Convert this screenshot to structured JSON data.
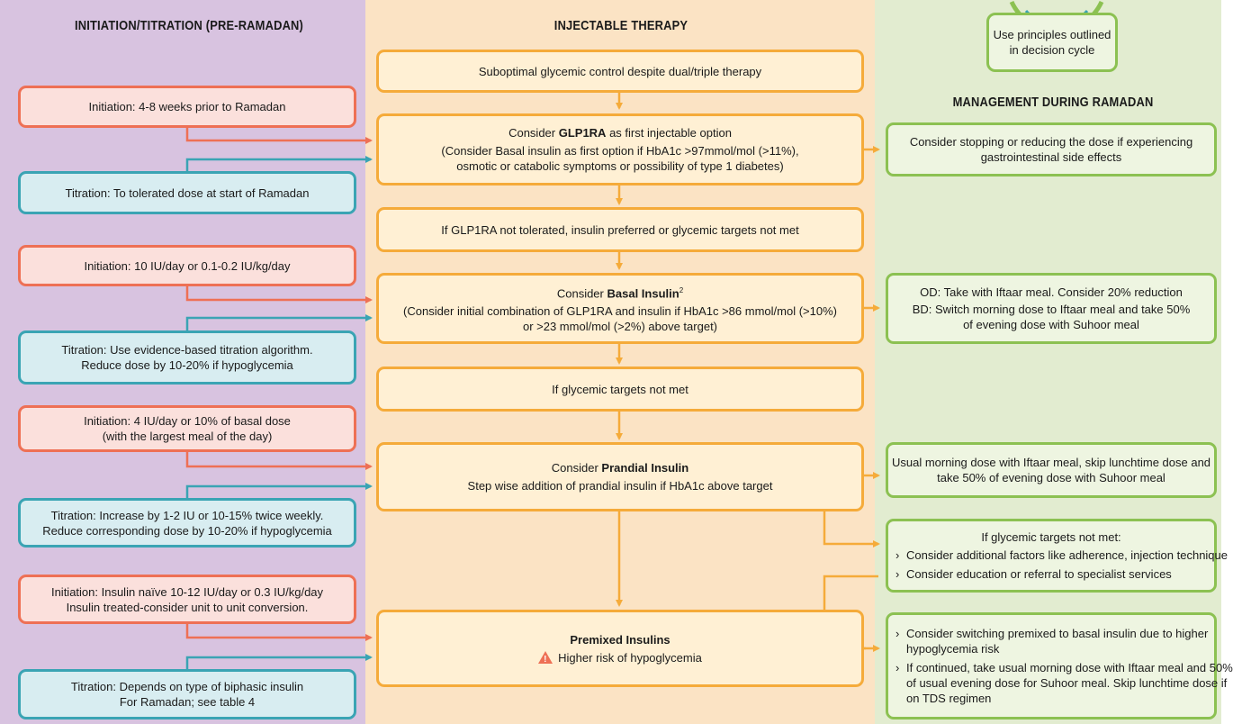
{
  "headers": {
    "left": "INITIATION/TITRATION (PRE-RAMADAN)",
    "middle": "INJECTABLE THERAPY",
    "right": "MANAGEMENT DURING RAMADAN"
  },
  "decision_cycle": {
    "line1": "Use principles outlined",
    "line2": "in decision cycle"
  },
  "left": {
    "glp_init": "Initiation: 4-8 weeks prior to Ramadan",
    "glp_titr": "Titration: To tolerated dose at start of Ramadan",
    "basal_init": "Initiation: 10 IU/day or 0.1-0.2 IU/kg/day",
    "basal_titr_1": "Titration: Use evidence-based titration algorithm.",
    "basal_titr_2": "Reduce dose by 10-20% if hypoglycemia",
    "prandial_init_1": "Initiation: 4 IU/day or 10% of basal dose",
    "prandial_init_2": "(with the largest meal of the day)",
    "prandial_titr_1": "Titration: Increase by 1-2 IU or 10-15% twice weekly.",
    "prandial_titr_2": "Reduce corresponding dose by 10-20% if hypoglycemia",
    "premix_init_1": "Initiation: Insulin naïve 10-12 IU/day or 0.3 IU/kg/day",
    "premix_init_2": "Insulin treated-consider unit to unit conversion.",
    "premix_titr_1": "Titration: Depends on type of biphasic insulin",
    "premix_titr_2": "For Ramadan; see table 4"
  },
  "middle": {
    "suboptimal": "Suboptimal glycemic control despite dual/triple therapy",
    "glp_prefix": "Consider ",
    "glp_bold": "GLP1RA",
    "glp_suffix": " as first injectable option",
    "glp_note_1": "(Consider Basal insulin as first option if HbA1c >97mmol/mol (>11%),",
    "glp_note_2": "osmotic or catabolic symptoms or possibility of type 1 diabetes)",
    "glp_not_tolerated": "If GLP1RA not tolerated, insulin preferred or glycemic targets not met",
    "basal_prefix": "Consider ",
    "basal_bold": "Basal Insulin",
    "basal_sup": "2",
    "basal_note_1": "(Consider initial combination of GLP1RA and insulin if HbA1c >86 mmol/mol (>10%)",
    "basal_note_2": "or >23 mmol/mol (>2%) above target)",
    "targets_not_met": "If glycemic targets not met",
    "prandial_prefix": "Consider ",
    "prandial_bold": "Prandial Insulin",
    "prandial_note": "Step wise addition of prandial insulin if HbA1c above target",
    "premix_bold": "Premixed Insulins",
    "premix_warning": "Higher risk of hypoglycemia"
  },
  "right": {
    "glp_1": "Consider stopping or reducing the dose if experiencing",
    "glp_2": "gastrointestinal side effects",
    "basal_1": "OD: Take with Iftaar meal. Consider 20% reduction",
    "basal_2": "BD: Switch morning dose to Iftaar meal and take 50%",
    "basal_3": "of evening dose with Suhoor meal",
    "prandial_1": "Usual morning dose with Iftaar meal, skip lunchtime dose and",
    "prandial_2": "take 50% of evening dose with Suhoor meal",
    "targets_title": "If glycemic targets not met:",
    "targets_b1": "Consider additional factors like adherence, injection technique",
    "targets_b2": "Consider education or referral to specialist services",
    "premix_b1_1": "Consider switching premixed to basal insulin due to higher",
    "premix_b1_2": "hypoglycemia risk",
    "premix_b2_1": "If continued, take usual morning dose with Iftaar meal and 50%",
    "premix_b2_2": "of usual evening dose for Suhoor meal. Skip lunchtime dose if",
    "premix_b2_3": "on TDS regimen"
  },
  "colors": {
    "left_bg": "#d8c3e0",
    "middle_bg": "#fbe3c4",
    "right_bg": "#e2ecd0",
    "initiation_border": "#ee7055",
    "titration_border": "#3aa4b4",
    "therapy_border": "#f5ab3a",
    "management_border": "#8cc152"
  }
}
